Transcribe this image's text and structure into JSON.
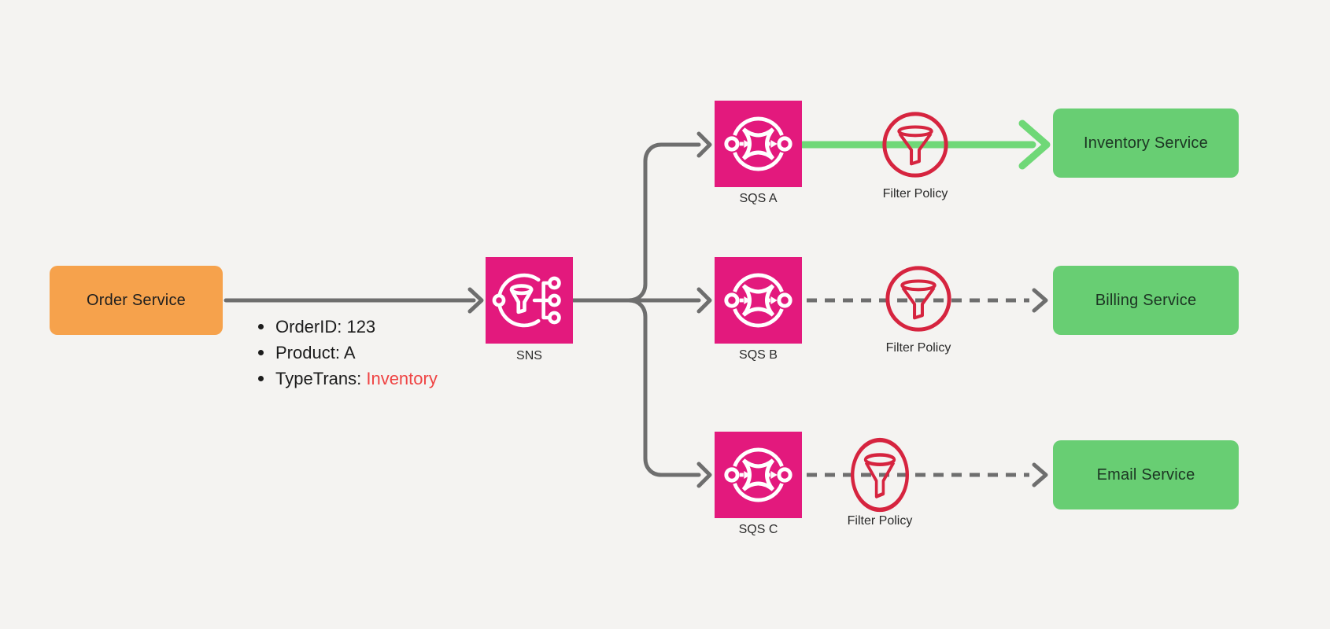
{
  "source": {
    "label": "Order Service"
  },
  "message": {
    "items": [
      {
        "text": "OrderID: 123"
      },
      {
        "text": "Product: A"
      },
      {
        "prefix": "TypeTrans: ",
        "highlight": "Inventory"
      }
    ]
  },
  "topic": {
    "label": "SNS"
  },
  "queues": [
    {
      "label": "SQS A"
    },
    {
      "label": "SQS B"
    },
    {
      "label": "SQS C"
    }
  ],
  "filters": [
    {
      "label": "Filter Policy"
    },
    {
      "label": "Filter Policy"
    },
    {
      "label": "Filter Policy"
    }
  ],
  "services": [
    {
      "label": "Inventory Service"
    },
    {
      "label": "Billing Service"
    },
    {
      "label": "Email Service"
    }
  ],
  "colors": {
    "background": "#F4F3F1",
    "order_box_orange": "#F6A24C",
    "aws_pink": "#E3197D",
    "service_green": "#68CE73",
    "matched_arrow_green": "#6FD877",
    "filter_red": "#D6243F",
    "connector_gray": "#6E6E6E",
    "highlight_red": "#EF4444",
    "text_dark": "#1c1c1c"
  }
}
